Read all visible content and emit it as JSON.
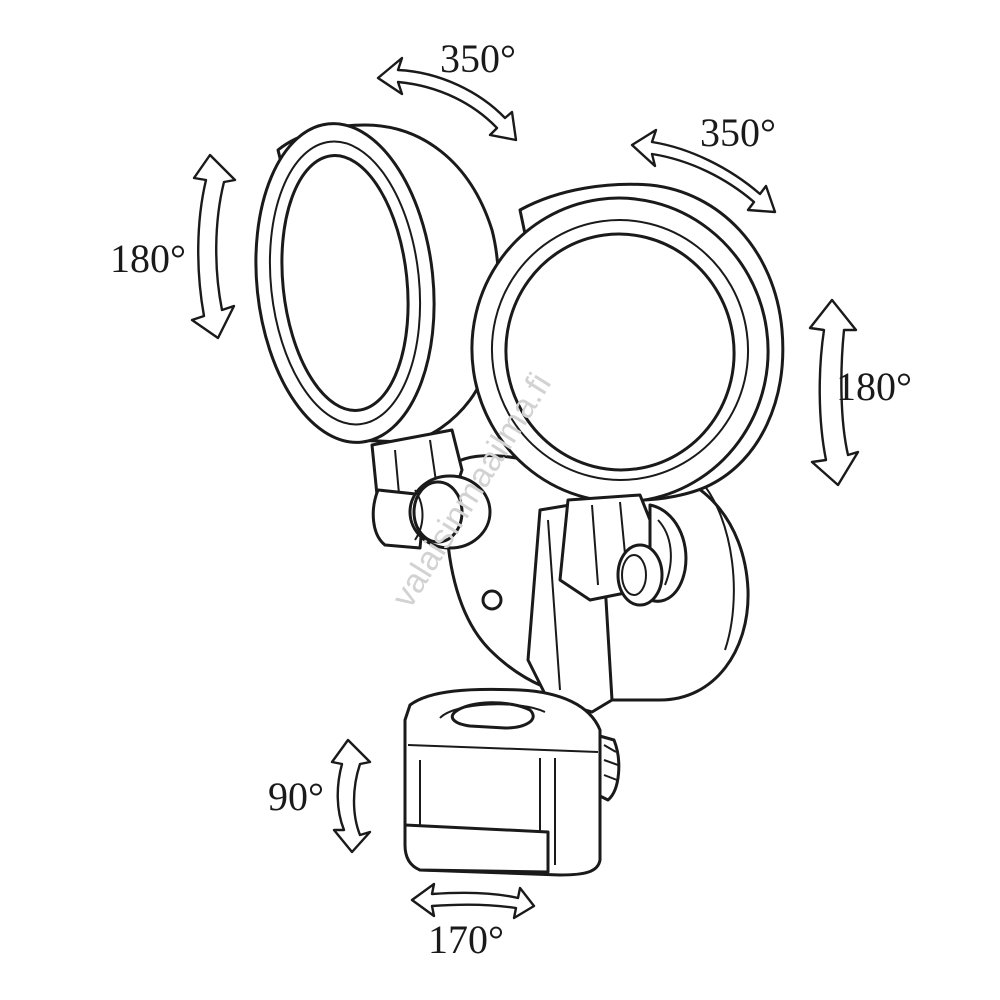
{
  "labels": {
    "left_head_pan": "350°",
    "right_head_pan": "350°",
    "left_head_tilt": "180°",
    "right_head_tilt": "180°",
    "sensor_tilt": "90°",
    "sensor_pan": "170°"
  },
  "watermark": "valaisinmaailma.fi"
}
